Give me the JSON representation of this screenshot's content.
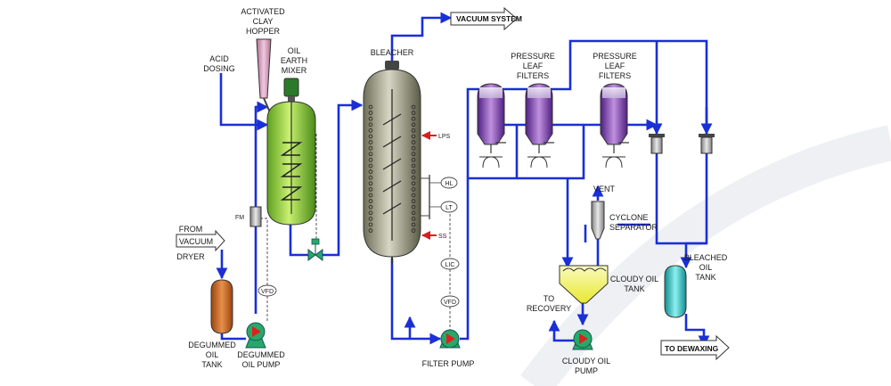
{
  "labels": {
    "activated_clay_hopper": [
      "ACTIVATED",
      "CLAY",
      "HOPPER"
    ],
    "acid_dosing": [
      "ACID",
      "DOSING"
    ],
    "oil_earth_mixer": [
      "OIL",
      "EARTH",
      "MIXER"
    ],
    "bleacher": "BLEACHER",
    "vacuum_system": "VACUUM SYSTEM",
    "pressure_leaf_filters_1": [
      "PRESSURE",
      "LEAF",
      "FILTERS"
    ],
    "pressure_leaf_filters_2": [
      "PRESSURE",
      "LEAF",
      "FILTERS"
    ],
    "from_vacuum_dryer": [
      "FROM",
      "VACUUM",
      "DRYER"
    ],
    "fm": "FM",
    "vfd_left": "VFD",
    "degummed_oil_tank": [
      "DEGUMMED",
      "OIL",
      "TANK"
    ],
    "degummed_oil_pump": [
      "DEGUMMED",
      "OIL PUMP"
    ],
    "lps": "LPS",
    "ss": "SS",
    "hl": "HL",
    "lt": "LT",
    "lic": "LIC",
    "vfd_right": "VFD",
    "filter_pump": "FILTER PUMP",
    "vent": "VENT",
    "cyclone_separator": [
      "CYCLONE",
      "SEPARATOR"
    ],
    "cloudy_oil_tank": [
      "CLOUDY OIL",
      "TANK"
    ],
    "to_recovery": [
      "TO",
      "RECOVERY"
    ],
    "cloudy_oil_pump": [
      "CLOUDY OIL",
      "PUMP"
    ],
    "bleached_oil_tank": [
      "BLEACHED",
      "OIL",
      "TANK"
    ],
    "to_dewaxing": "TO DEWAXING"
  },
  "colors": {
    "pipe": "#1a2fd6",
    "steam_arrow": "#d42020",
    "hopper": "#d4a0c0",
    "mixer": "#8fd43a",
    "bleacher": "#8a8a70",
    "filters": "#7a3fa0",
    "degummed_tank": "#c8642a",
    "cloudy_tank": "#f0f060",
    "bleached_tank": "#2fc8c8",
    "pump_body": "#28a868",
    "pump_rotor": "#e02020"
  },
  "icons": [
    "pump-icon",
    "valve-icon",
    "arrow-icon",
    "vessel-icon",
    "filter-icon",
    "instrument-icon"
  ]
}
